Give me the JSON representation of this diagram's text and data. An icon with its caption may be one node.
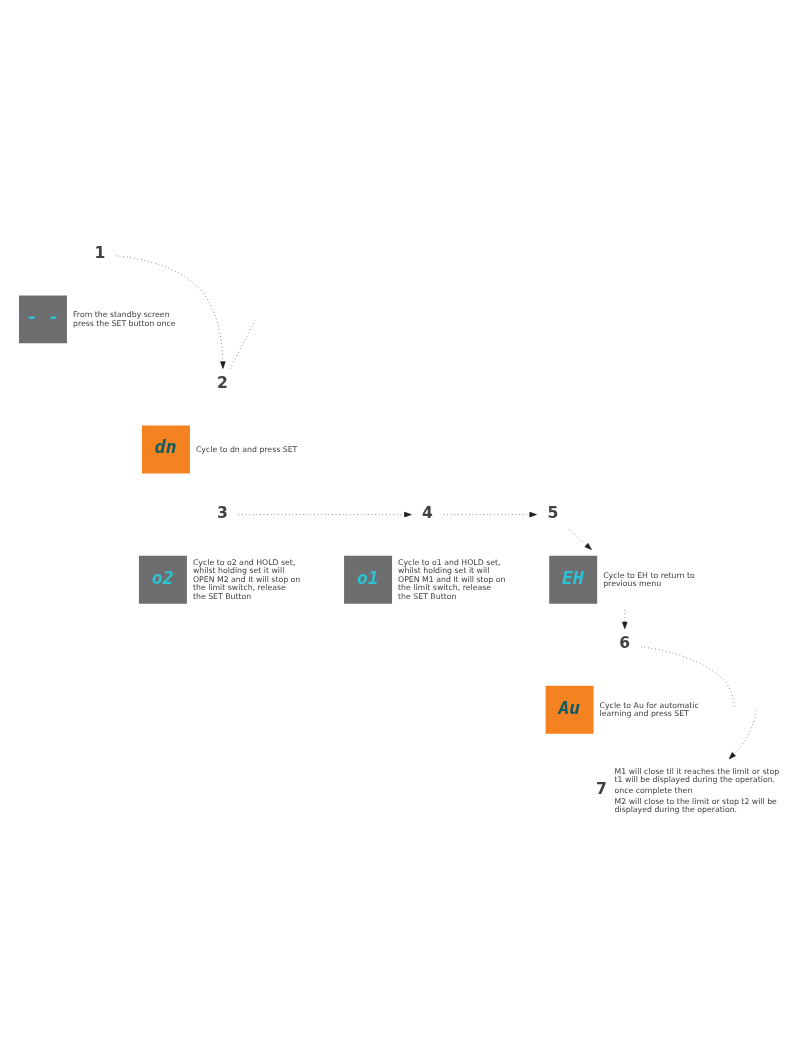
{
  "diagram": {
    "nodes": [
      {
        "text": [
          "1"
        ]
      },
      {
        "text": [
          "- -"
        ],
        "beside": [
          "From the standby screen press the SET button once"
        ]
      },
      {
        "text": [
          "2"
        ]
      },
      {
        "text": [
          "dn"
        ],
        "beside": [
          "Cycle to dn and press SET"
        ]
      },
      {
        "text": [
          "3"
        ]
      },
      {
        "text": [
          "o2"
        ],
        "beside": [
          "Cycle to o2 and HOLD set, whilst holding set it will OPEN M2 and It will stop on the limit switch, release the SET Button"
        ]
      },
      {
        "text": [
          "4"
        ]
      },
      {
        "text": [
          "o1"
        ],
        "beside": [
          "Cycle to o1 and HOLD set, whilst holding set it will OPEN M1 and It will stop on the limit switch, release the SET Button"
        ]
      },
      {
        "text": [
          "5"
        ]
      },
      {
        "text": [
          "EH"
        ],
        "beside": [
          "Cycle to EH to return to previous menu"
        ]
      },
      {
        "text": [
          "6"
        ]
      },
      {
        "text": [
          "Au"
        ],
        "beside": [
          "Cycle to Au for automatic learning and press SET"
        ]
      },
      {
        "text": [
          "7"
        ],
        "beside": [
          "M1 will close til it reaches the limit or stop t1 will be displayed during the operation.",
          "once complete then",
          "M2 will close to the limit or stop t2 will be displayed during the operation."
        ]
      }
    ],
    "edges": [
      {
        "from": 0,
        "to": 2,
        "arrow": "to"
      },
      {
        "from": null,
        "to": 2,
        "arrow": "none"
      },
      {
        "from": 4,
        "to": 6,
        "arrow": "to"
      },
      {
        "from": 6,
        "to": 8,
        "arrow": "to"
      },
      {
        "from": 8,
        "to": 9,
        "arrow": "to"
      },
      {
        "from": 9,
        "to": 10,
        "arrow": "to"
      },
      {
        "from": 10,
        "to": null,
        "arrow": "none"
      },
      {
        "from": null,
        "to": 12,
        "arrow": "to"
      }
    ]
  }
}
